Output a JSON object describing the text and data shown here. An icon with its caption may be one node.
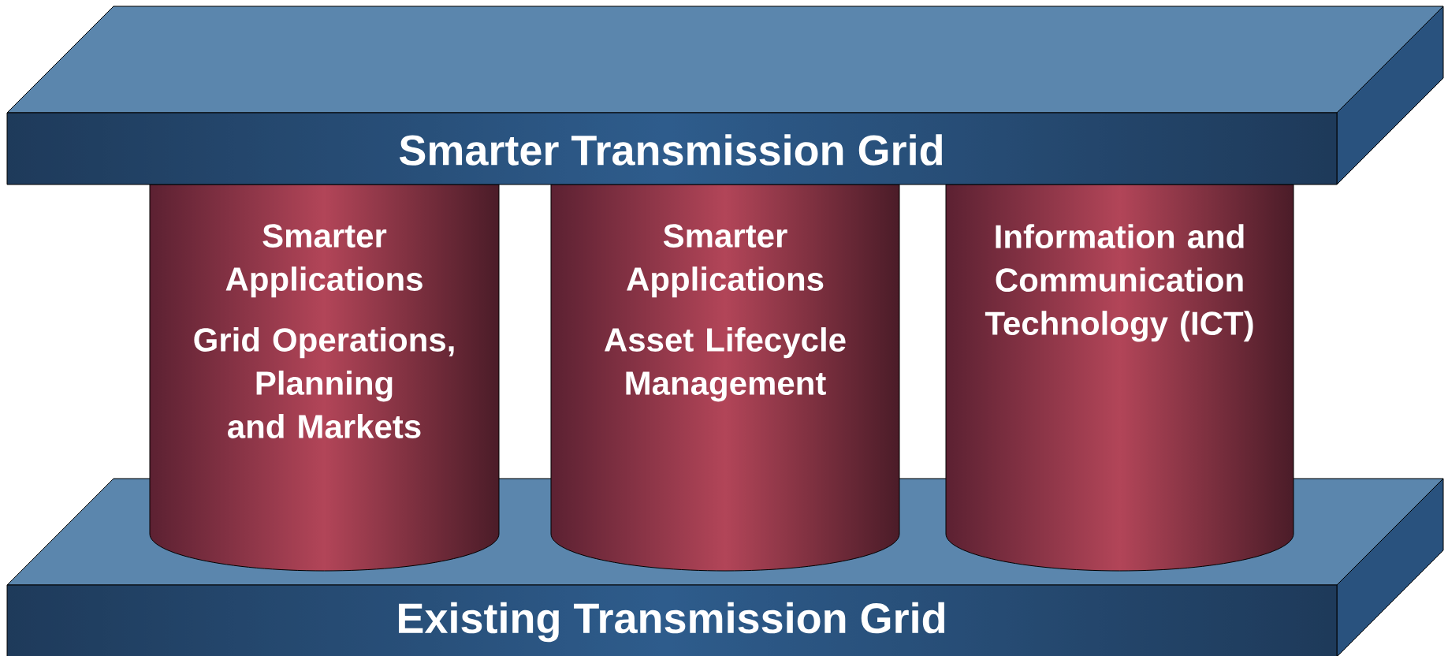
{
  "diagram": {
    "nodes": [
      {
        "text": [
          "Smarter Transmission Grid"
        ]
      },
      {
        "text": [
          "Smarter Applications",
          "Grid Operations, Planning and Markets"
        ]
      },
      {
        "text": [
          "Smarter Applications",
          "Asset Lifecycle Management"
        ]
      },
      {
        "text": [
          "Information and Communication Technology (ICT)"
        ]
      },
      {
        "text": [
          "Existing Transmission Grid"
        ]
      }
    ]
  }
}
